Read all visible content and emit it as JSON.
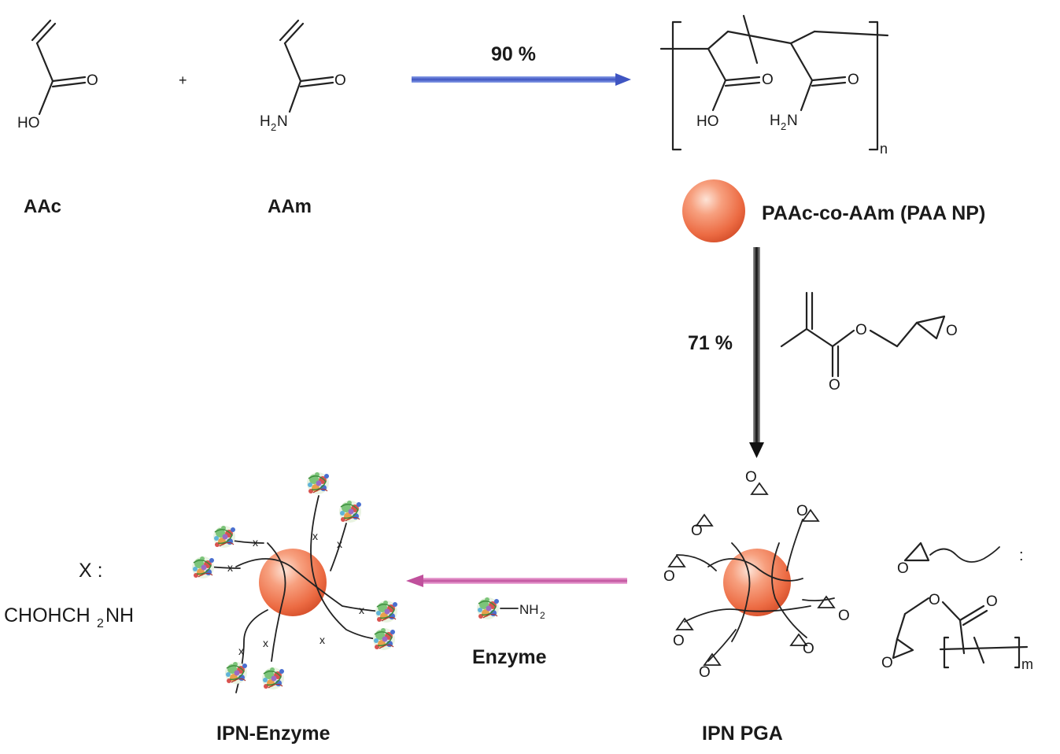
{
  "monomers": {
    "aac_label": "AAc",
    "aam_label": "AAm",
    "plus": "+",
    "atom_O": "O",
    "atom_HO": "HO",
    "atom_H": "H",
    "atom_2": "2",
    "atom_N": "N"
  },
  "step1": {
    "yield": "90 %"
  },
  "polymer": {
    "repeat_n": "n",
    "label": "PAAc-co-AAm (PAA NP)"
  },
  "step2": {
    "yield": "71 %"
  },
  "ipn_pga": {
    "label": "IPN PGA"
  },
  "legend": {
    "colon": ":",
    "repeat_m": "m"
  },
  "step3": {
    "reagent_label": "Enzyme",
    "amine": "NH",
    "amine_sub": "2"
  },
  "ipn_enzyme": {
    "label": "IPN-Enzyme",
    "linker_mark": "x"
  },
  "x_definition": {
    "line1": "X :",
    "line2_a": "CHOHCH",
    "line2_sub": "2",
    "line2_b": "NH"
  },
  "colors": {
    "sphere": "#f07a55",
    "arrow_step1": "#5a6fd0",
    "arrow_step2": "#333333",
    "arrow_step3": "#c85aa8",
    "enzyme_green": "#7cc47a",
    "enzyme_red": "#d9534f",
    "enzyme_blue": "#4a6fd0"
  }
}
